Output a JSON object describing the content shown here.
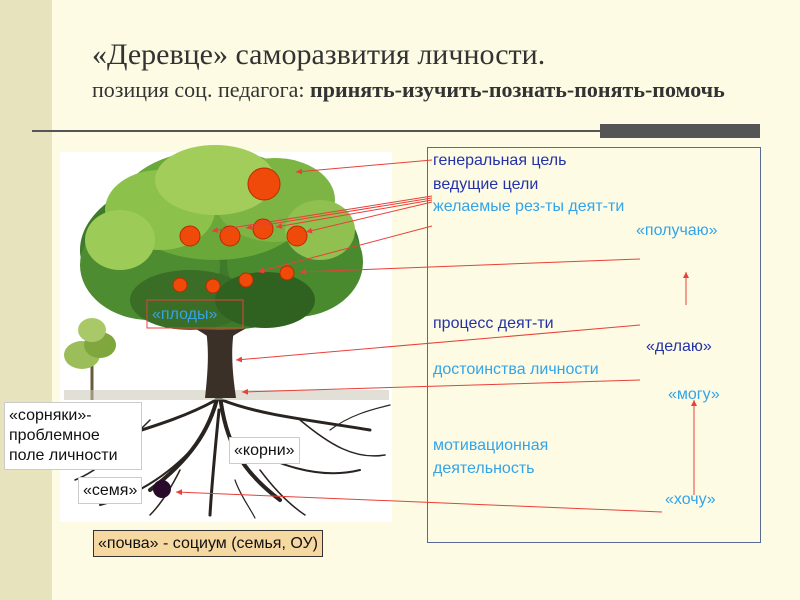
{
  "title": "«Деревце» саморазвития личности.",
  "subtitle": {
    "prefix": "позиция соц. педагога: ",
    "bold": "принять-изучить-познать-понять-помочь"
  },
  "goals": {
    "general": "генеральная цель",
    "leading": "ведущие цели",
    "desired": "желаемые рез-ты деят-ти",
    "get": "«получаю»"
  },
  "process": {
    "label": "процесс деят-ти",
    "do": "«делаю»",
    "merits": "достоинства личности",
    "can": "«могу»"
  },
  "motivation": {
    "label_line1": "мотивационная",
    "label_line2": "деятельность",
    "want": "«хочу»"
  },
  "tree": {
    "fruits": "«плоды»",
    "roots": "«корни»",
    "seed": "«семя»",
    "weeds": "«сорняки»-проблемное поле личности",
    "soil": "«почва» - социум (семья, ОУ)"
  },
  "colors": {
    "arrow": "#e8403a",
    "fruit": "#f04a0a",
    "text_blue": "#2432a8",
    "text_cyan": "#33a4e8"
  }
}
